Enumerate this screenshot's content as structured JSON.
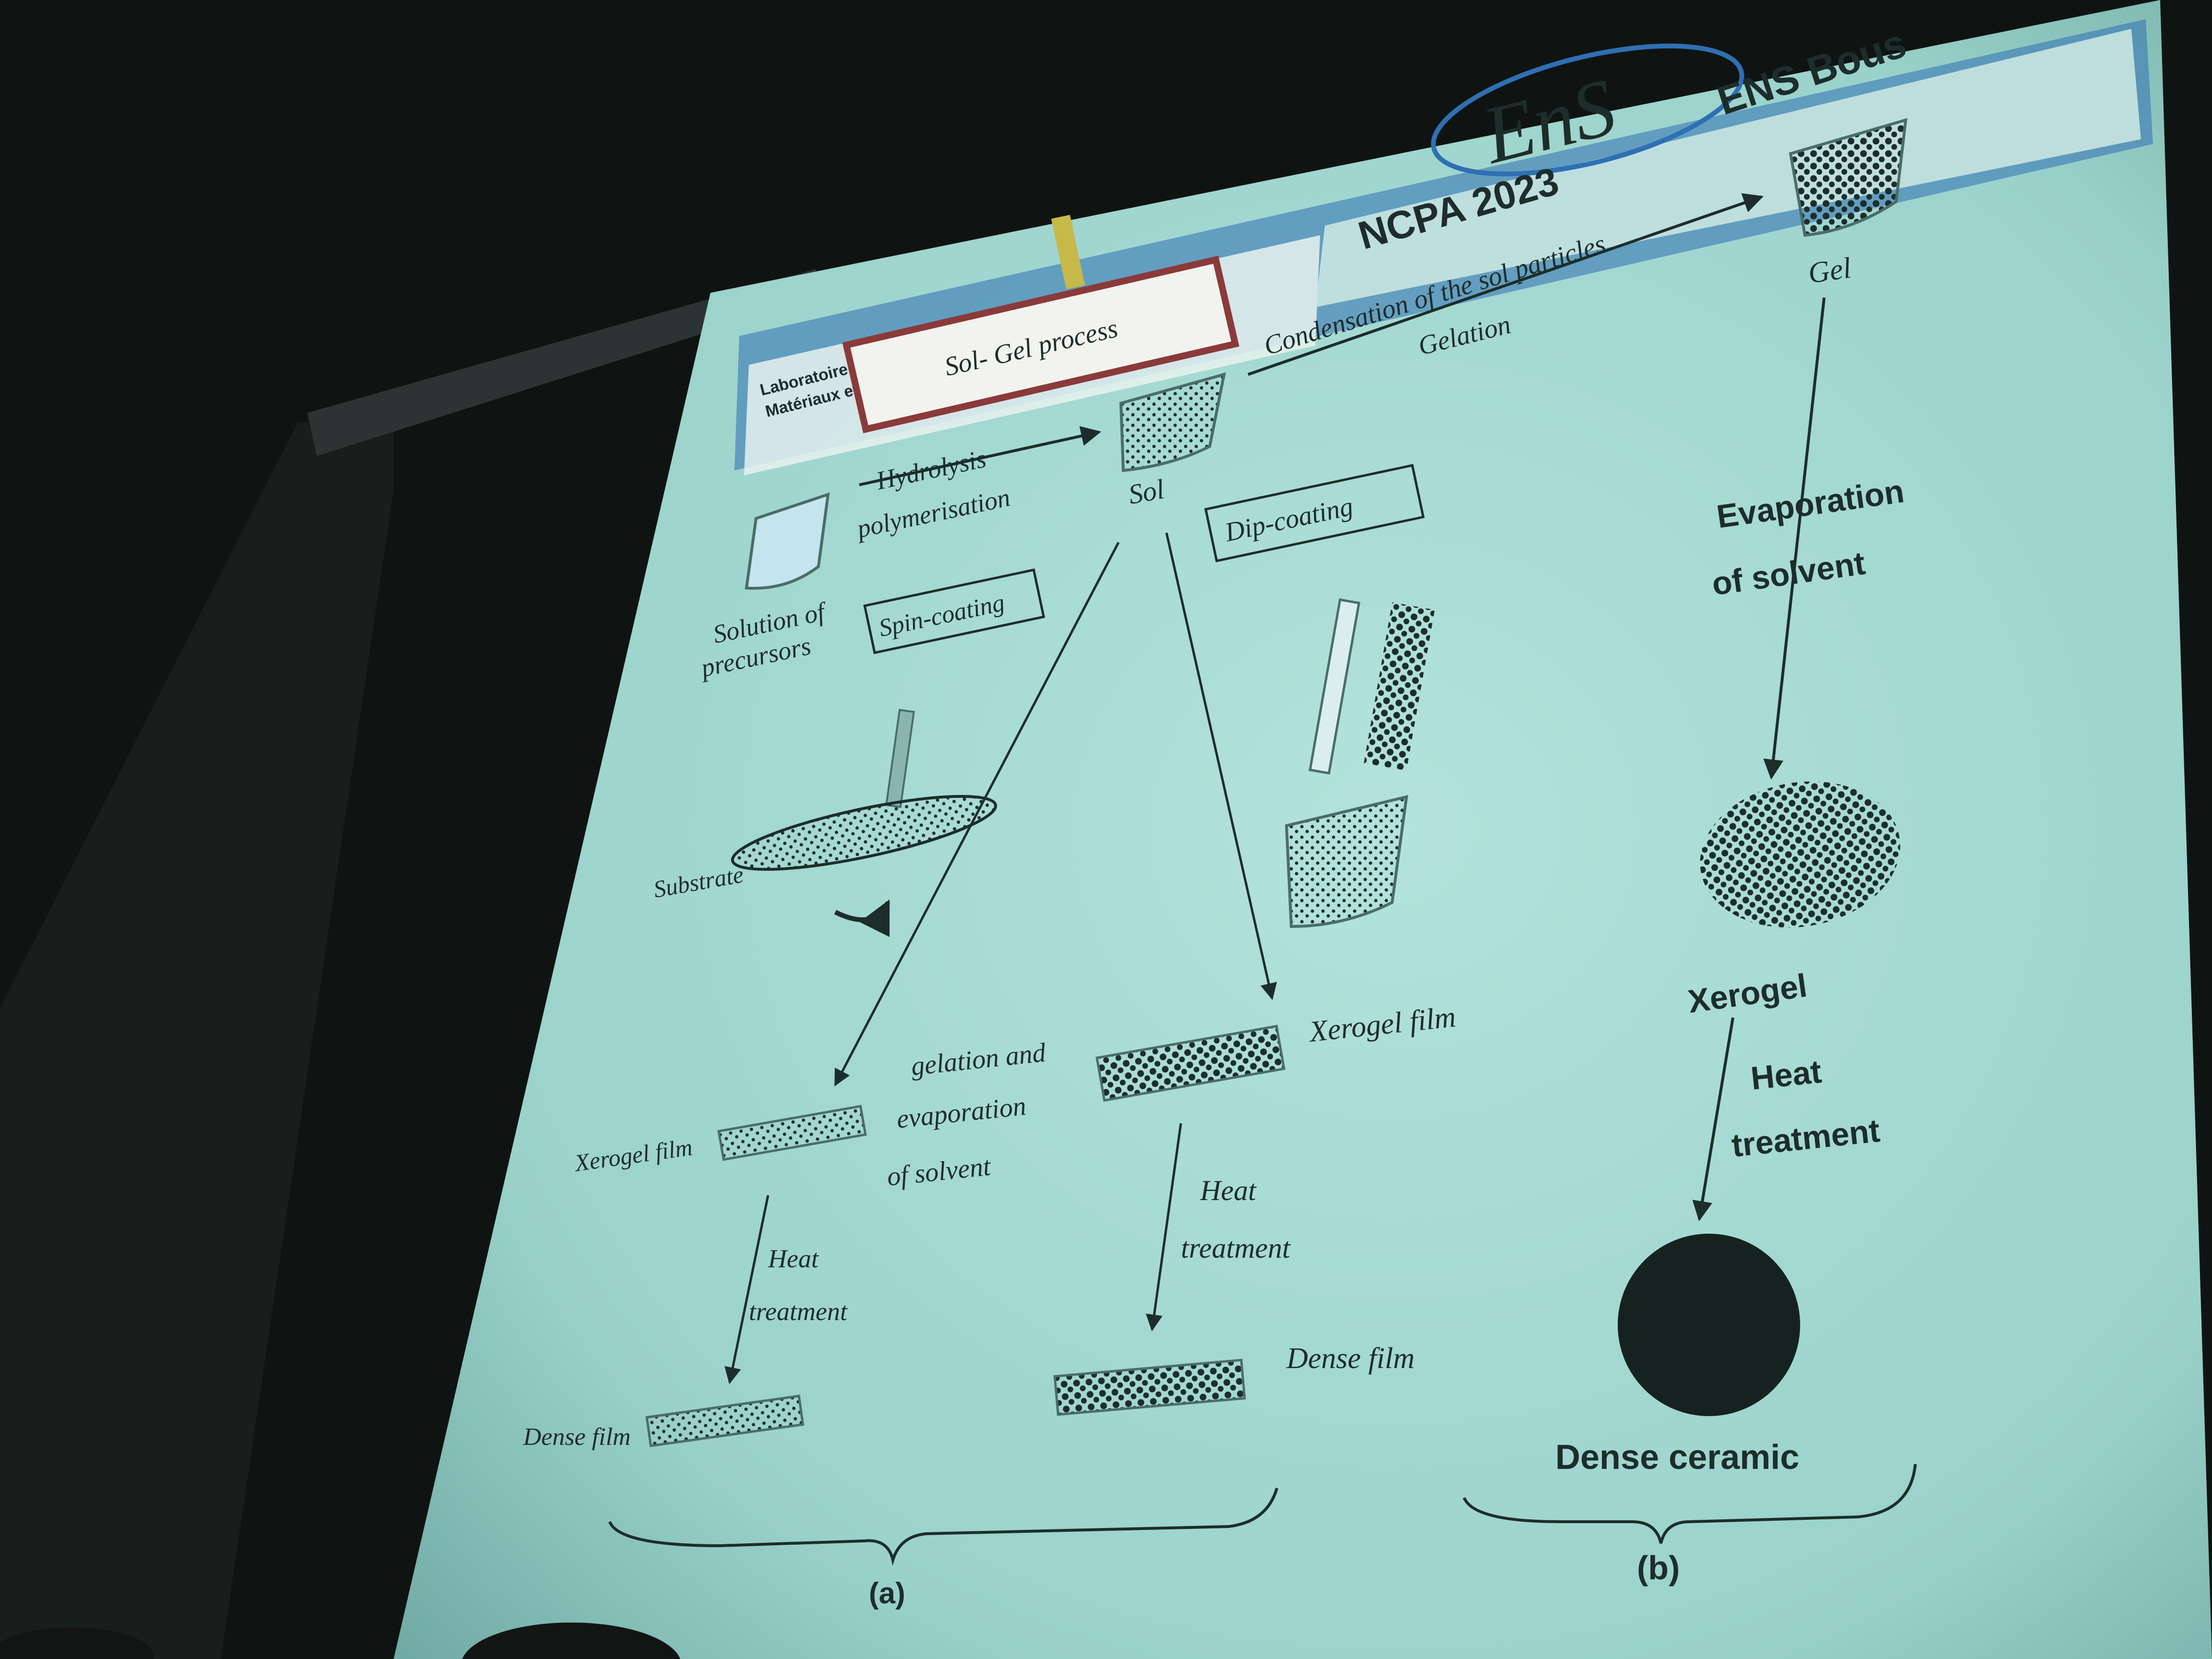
{
  "slide": {
    "lab_name_line1": "Laboratoire de Physique des",
    "lab_name_line2": "Matériaux et Applications LPMA",
    "title": "Sol- Gel process",
    "logo_text": "EnS",
    "conference": "NCPA 2023",
    "school": "ENS Bous"
  },
  "diagram": {
    "precursor_label_1": "Solution of",
    "precursor_label_2": "precursors",
    "hydrolysis_1": "Hydrolysis",
    "hydrolysis_2": "polymerisation",
    "sol": "Sol",
    "condensation": "Condensation of the sol particles",
    "gelation": "Gelation",
    "gel": "Gel",
    "spin_coating": "Spin-coating",
    "dip_coating": "Dip-coating",
    "substrate": "Substrate",
    "evap_1": "Evaporation",
    "evap_2": "of solvent",
    "xerogel": "Xerogel",
    "heat_1": "Heat",
    "heat_2": "treatment",
    "xerogel_film": "Xerogel film",
    "gel_evap_1": "gelation and",
    "gel_evap_2": "evaporation",
    "gel_evap_3": "of solvent",
    "dense_film": "Dense film",
    "dense_ceramic": "Dense ceramic",
    "label_a": "(a)",
    "label_b": "(b)"
  },
  "colors": {
    "screen": "#9fd6cf",
    "ink": "#1d2d2b",
    "header_blue": "#2f6fb3",
    "title_border": "#8a3a3a",
    "room": "#0f1412"
  }
}
